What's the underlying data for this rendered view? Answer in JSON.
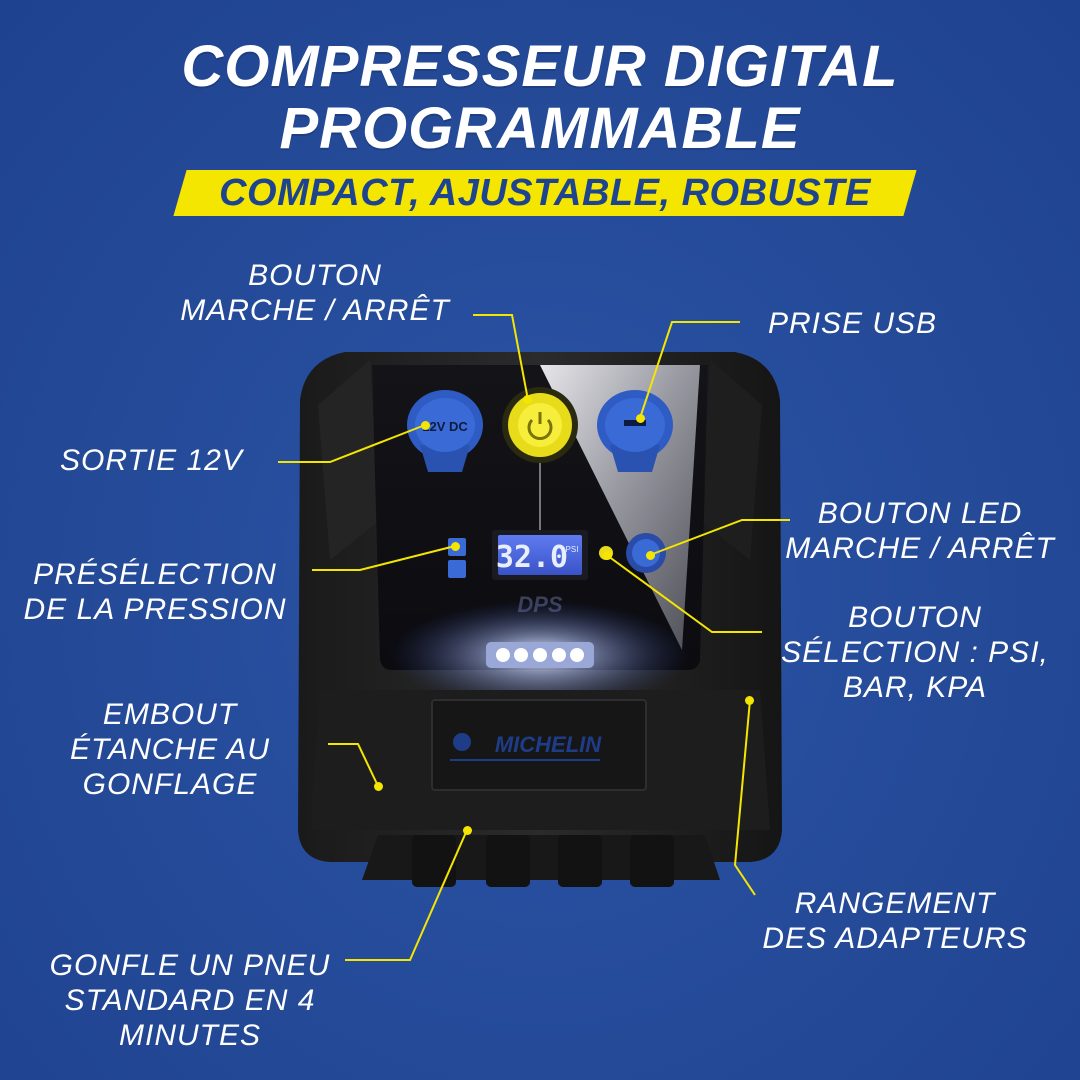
{
  "heading": {
    "line1": "COMPRESSEUR DIGITAL",
    "line2": "PROGRAMMABLE"
  },
  "banner": {
    "text": "COMPACT, AJUSTABLE, ROBUSTE"
  },
  "device": {
    "display_value": "32.0",
    "display_unit": "PSI",
    "port_label": "12V DC",
    "brand": "MICHELIN",
    "subbrand": "DPS"
  },
  "callouts": {
    "power_button": [
      "BOUTON",
      "MARCHE / ARRÊT"
    ],
    "usb": [
      "PRISE USB"
    ],
    "output_12v": [
      "SORTIE 12V"
    ],
    "led_button": [
      "BOUTON LED",
      "MARCHE / ARRÊT"
    ],
    "preset": [
      "PRÉSÉLECTION",
      "DE LA PRESSION"
    ],
    "unit_select": [
      "BOUTON",
      "SÉLECTION : PSI,",
      "BAR, KPA"
    ],
    "nozzle": [
      "EMBOUT",
      "ÉTANCHE AU",
      "GONFLAGE"
    ],
    "storage": [
      "RANGEMENT",
      "DES ADAPTEURS"
    ],
    "inflate_time": [
      "GONFLE UN PNEU",
      "STANDARD EN 4",
      "MINUTES"
    ]
  },
  "colors": {
    "background": "#244a98",
    "accent": "#f4e600",
    "text": "#ffffff",
    "banner_text": "#1e4490"
  }
}
